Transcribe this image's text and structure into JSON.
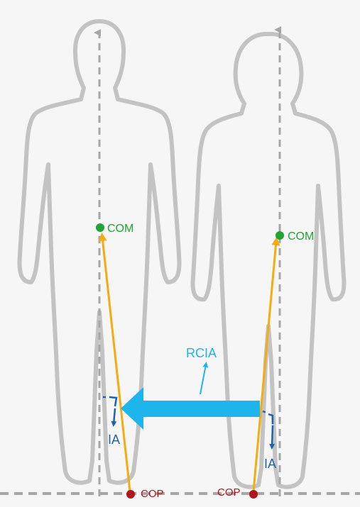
{
  "labels": {
    "com_left": "COM",
    "com_right": "COM",
    "cop_left": "COP",
    "cop_right": "COP",
    "ia_left": "IA",
    "ia_right": "IA",
    "rcia": "RCIA"
  },
  "colors": {
    "background": "#f6f6f6",
    "silhouette": "#c3c3c3",
    "dashed_axis": "#a6a6a6",
    "com_point": "#21a336",
    "com_text": "#21a336",
    "cop_point": "#b0151d",
    "cop_text": "#b0151d",
    "inclination_line": "#f4ac12",
    "rcia_arrow": "#1eb4ec",
    "rcia_text": "#1eb4ec",
    "ia_text": "#1f63ae"
  }
}
